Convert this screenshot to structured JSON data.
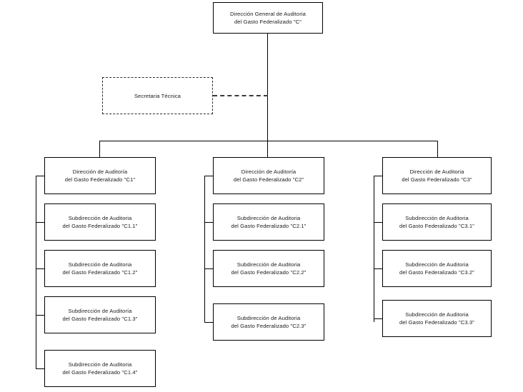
{
  "diagram": {
    "title_node": {
      "id": "dg-c",
      "text": "Dirección General de Auditoria\ndel Gasto Federalizado \"C\"",
      "style": "solid"
    },
    "staff_node": {
      "id": "secretaria-tecnica",
      "text": "Secretaria Técnica",
      "style": "dashed"
    },
    "columns": [
      {
        "id": "c1",
        "head": {
          "id": "direccion-c1",
          "text": "Dirección de Auditoría\ndel Gasto Federalizado \"C1\""
        },
        "children": [
          {
            "id": "subdireccion-c1-1",
            "text": "Subdirección de Auditoria\ndel Gasto Federalizado \"C1.1\""
          },
          {
            "id": "subdireccion-c1-2",
            "text": "Subdirección de Auditoria\ndel Gasto Federalizado \"C1.2\""
          },
          {
            "id": "subdireccion-c1-3",
            "text": "Subdirección de Auditoría\ndel Gasto Federalizado \"C1.3\""
          },
          {
            "id": "subdireccion-c1-4",
            "text": "Subdirección de Auditoria\ndel Gasto Federalizado \"C1.4\""
          }
        ]
      },
      {
        "id": "c2",
        "head": {
          "id": "direccion-c2",
          "text": "Dirección de Auditoría\ndel Gasto Federalizado \"C2\""
        },
        "children": [
          {
            "id": "subdireccion-c2-1",
            "text": "Subdirección de Auditoria\ndel Gasto Federalizado \"C2.1\""
          },
          {
            "id": "subdireccion-c2-2",
            "text": "Subdirección de Auditoria\ndel Gasto Federalizado \"C2.2\""
          },
          {
            "id": "subdireccion-c2-3",
            "text": "Subdirección de Auditoria\ndel Gasto Federalizado \"C2.3\""
          }
        ]
      },
      {
        "id": "c3",
        "head": {
          "id": "direccion-c3",
          "text": "Dirección de Auditoria\ndel Gasto Federalizado \"C3\""
        },
        "children": [
          {
            "id": "subdireccion-c3-1",
            "text": "Subdirección de Auditoria\ndel Gasto Federalizado \"C3.1\""
          },
          {
            "id": "subdireccion-c3-2",
            "text": "Subdirección de Auditoria\ndel Gasto Federalizado \"C3.2\""
          },
          {
            "id": "subdireccion-c3-3",
            "text": "Subdirección de Auditoria\ndel Gasto Federalizado \"C3.3\""
          }
        ]
      }
    ],
    "colors": {
      "box_border": "#000000",
      "staff_border": "#2b2b2b",
      "connector": "#000000",
      "text": "#1a1a1a",
      "background": "#ffffff"
    }
  }
}
